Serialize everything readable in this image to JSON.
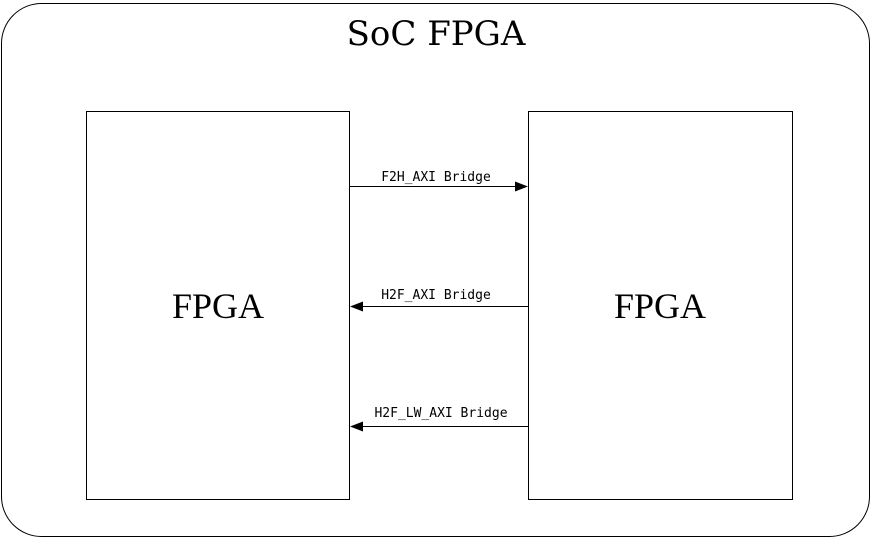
{
  "title": "SoC FPGA",
  "left_block": {
    "label": "FPGA"
  },
  "right_block": {
    "label": "FPGA"
  },
  "bridges": [
    {
      "label": "F2H_AXI Bridge",
      "direction": "right"
    },
    {
      "label": "H2F_AXI Bridge",
      "direction": "left"
    },
    {
      "label": "H2F_LW_AXI Bridge",
      "direction": "left"
    }
  ]
}
